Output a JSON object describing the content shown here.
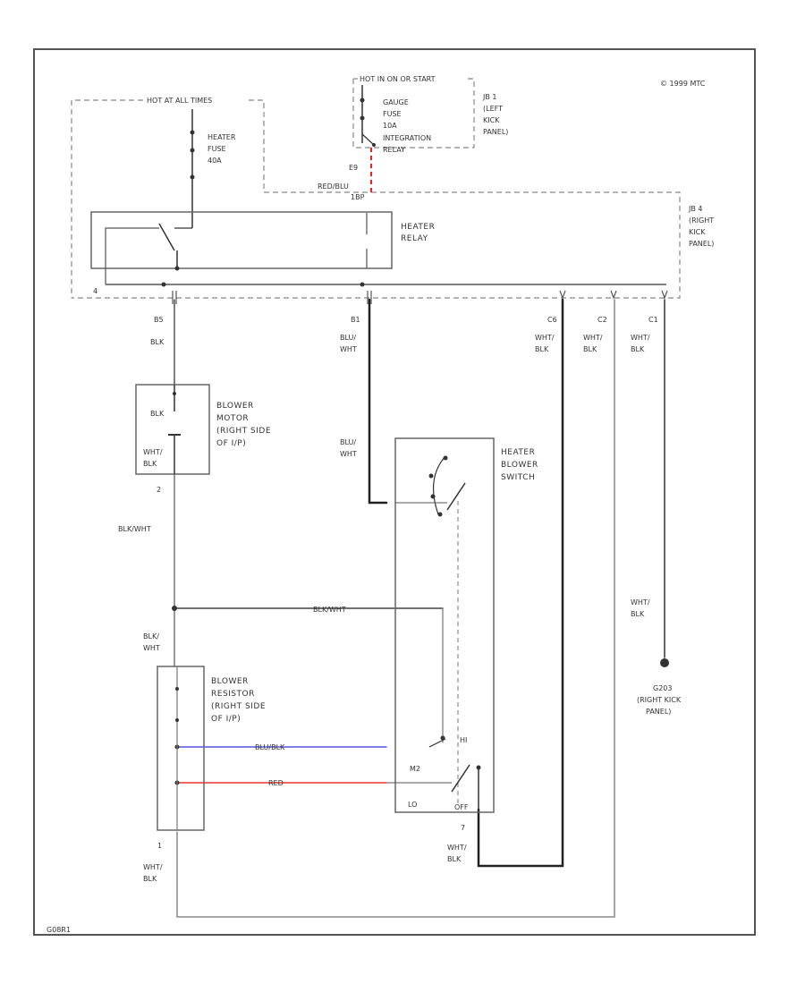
{
  "diagram": {
    "copyright": "© 1999 MTC",
    "figure_id": "G08R1",
    "components": {
      "hot_text": "HOT AT ALL TIMES",
      "run_text": "HOT IN ON OR START",
      "heater_fuse": [
        "HEATER",
        "FUSE",
        "40A"
      ],
      "gauge_fuse": [
        "GAUGE",
        "FUSE",
        "10A"
      ],
      "jb1": [
        "JB 1",
        "(LEFT",
        "KICK",
        "PANEL)"
      ],
      "integration_relay": [
        "INTEGRATION",
        "RELAY"
      ],
      "e9_label": "E9",
      "e9_wire": "RED/BLU",
      "e9_ref": "1BP",
      "jb4": [
        "JB 4",
        "(RIGHT",
        "KICK",
        "PANEL)"
      ],
      "heater_relay": [
        "HEATER",
        "RELAY"
      ],
      "blower_motor": [
        "BLOWER",
        "MOTOR",
        "(RIGHT SIDE",
        "OF I/P)"
      ],
      "blower_resistor": [
        "BLOWER",
        "RESISTOR",
        "(RIGHT SIDE",
        "OF I/P)"
      ],
      "heater_blower_switch": [
        "HEATER",
        "BLOWER",
        "SWITCH"
      ],
      "ground": [
        "G203",
        "(RIGHT KICK",
        "PANEL)"
      ]
    },
    "connectors": {
      "b5": "B5",
      "b1": "B1",
      "c6": "C6",
      "c2": "C2",
      "c1": "C1",
      "motor_top": "BLK",
      "motor_bottom": [
        "WHT/",
        "BLK"
      ],
      "motor_pin": "2",
      "resistor_pin": "1",
      "switch_pin": "7",
      "switch_hi": "HI",
      "switch_m": "M2",
      "switch_lo": "LO",
      "switch_off": "OFF"
    },
    "wires": {
      "b5_color": "BLK",
      "b1_color": [
        "BLU/",
        "WHT"
      ],
      "b1_color2": [
        "BLU/",
        "WHT"
      ],
      "c6_color": [
        "WHT/",
        "BLK"
      ],
      "c2_color": [
        "WHT/",
        "BLK"
      ],
      "c1_color": [
        "WHT/",
        "BLK"
      ],
      "c1_ground_color": [
        "WHT/",
        "BLK"
      ],
      "motor_out": "BLK/WHT",
      "resistor_in": [
        "BLK/",
        "WHT"
      ],
      "blk_wht_horizontal": "BLK/WHT",
      "blu_blk": "BLU/BLK",
      "red": "RED",
      "resistor_out": [
        "WHT/",
        "BLK"
      ],
      "switch_out": [
        "WHT/",
        "BLK"
      ]
    },
    "colors": {
      "line": "#333333",
      "dashed": "#888888",
      "blue_wire": "#5555dd",
      "red_wire": "#ee3333",
      "highlight_red": "#ee2222"
    }
  }
}
